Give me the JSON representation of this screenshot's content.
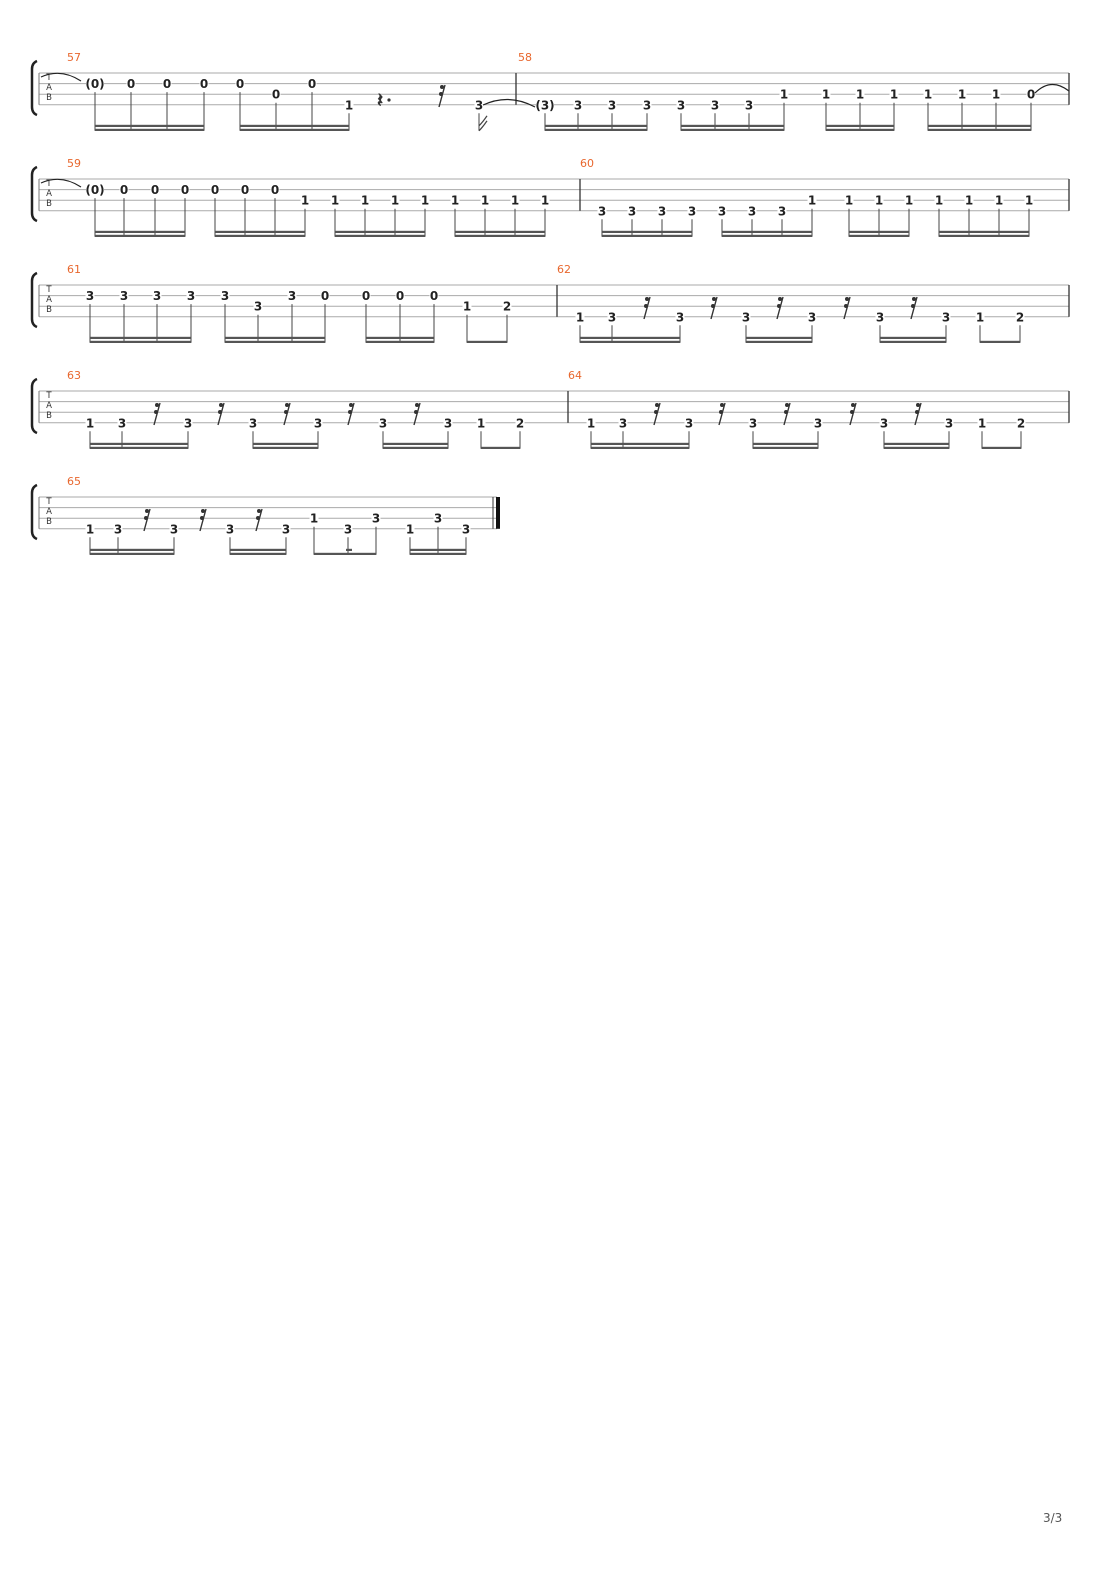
{
  "page_number": "3/3",
  "tab_clef": [
    "T",
    "A",
    "B"
  ],
  "systems": [
    {
      "bars": [
        {
          "number": "57",
          "notes": [
            "(0)",
            "0",
            "0",
            "0",
            "0",
            "0",
            "0",
            "1",
            "3"
          ],
          "rests": [
            "quarter-dotted",
            "sixteenth"
          ]
        },
        {
          "number": "58",
          "notes": [
            "(3)",
            "3",
            "3",
            "3",
            "3",
            "3",
            "3",
            "1",
            "1",
            "1",
            "1",
            "1",
            "1",
            "1",
            "0"
          ]
        }
      ]
    },
    {
      "bars": [
        {
          "number": "59",
          "notes": [
            "(0)",
            "0",
            "0",
            "0",
            "0",
            "0",
            "0",
            "1",
            "1",
            "1",
            "1",
            "1",
            "1",
            "1",
            "1",
            "1"
          ]
        },
        {
          "number": "60",
          "notes": [
            "3",
            "3",
            "3",
            "3",
            "3",
            "3",
            "3",
            "1",
            "1",
            "1",
            "1",
            "1",
            "1",
            "1",
            "1"
          ]
        }
      ]
    },
    {
      "bars": [
        {
          "number": "61",
          "notes": [
            "3",
            "3",
            "3",
            "3",
            "3",
            "3",
            "3",
            "0",
            "0",
            "0",
            "0",
            "1",
            "2"
          ]
        },
        {
          "number": "62",
          "notes": [
            "1",
            "3",
            "3",
            "3",
            "3",
            "3",
            "3",
            "1",
            "2"
          ],
          "rests": [
            "sixteenth",
            "sixteenth",
            "sixteenth",
            "sixteenth",
            "sixteenth"
          ]
        }
      ]
    },
    {
      "bars": [
        {
          "number": "63",
          "notes": [
            "1",
            "3",
            "3",
            "3",
            "3",
            "3",
            "3",
            "1",
            "2"
          ],
          "rests": [
            "sixteenth",
            "sixteenth",
            "sixteenth",
            "sixteenth",
            "sixteenth"
          ]
        },
        {
          "number": "64",
          "notes": [
            "1",
            "3",
            "3",
            "3",
            "3",
            "3",
            "3",
            "1",
            "2"
          ],
          "rests": [
            "sixteenth",
            "sixteenth",
            "sixteenth",
            "sixteenth",
            "sixteenth"
          ]
        }
      ]
    },
    {
      "bars": [
        {
          "number": "65",
          "notes": [
            "1",
            "3",
            "3",
            "3",
            "3",
            "1",
            "3",
            "3",
            "1",
            "3",
            "3"
          ],
          "rests": [
            "sixteenth",
            "sixteenth",
            "sixteenth"
          ]
        }
      ]
    }
  ]
}
